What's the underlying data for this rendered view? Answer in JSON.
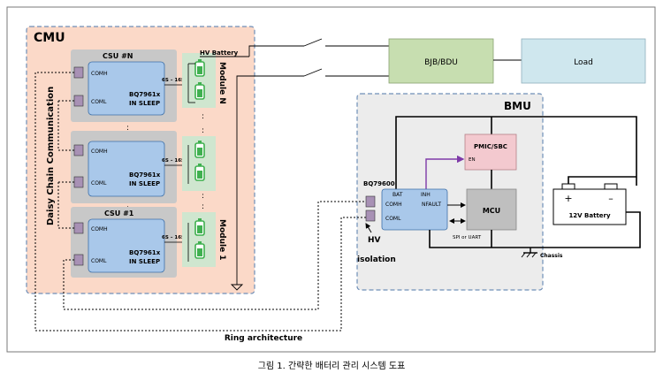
{
  "cmu": {
    "title": "CMU",
    "daisy_chain_label": "Daisy Chain Communication",
    "csu_top": {
      "title": "CSU #N",
      "comh": "COMH",
      "coml": "COML",
      "chip": "BQ7961x",
      "state": "IN SLEEP",
      "cells": "6S – 16S",
      "module": "Module N"
    },
    "csu_mid": {
      "comh": "COMH",
      "coml": "COML",
      "chip": "BQ7961x",
      "state": "IN SLEEP",
      "cells": "6S – 16S"
    },
    "csu_bottom": {
      "title": "CSU #1",
      "comh": "COMH",
      "coml": "COML",
      "chip": "BQ7961x",
      "state": "IN SLEEP",
      "cells": "6S – 16S",
      "module": "Module 1"
    },
    "ellipsis": ":"
  },
  "hv_battery_label": "HV Battery",
  "bjb_label": "BJB/BDU",
  "load_label": "Load",
  "bmu": {
    "title": "BMU",
    "bq_label": "BQ79600",
    "pins": {
      "bat": "BAT",
      "inh": "INH",
      "comh": "COMH",
      "nfault": "NFAULT",
      "coml": "COML"
    },
    "pmic_label": "PMIC/SBC",
    "en_label": "EN",
    "mcu_label": "MCU",
    "spi_label": "SPI or UART",
    "battery_label": "12V Battery",
    "plus": "+",
    "minus": "–",
    "chassis_label": "Chassis"
  },
  "hv_isolation": {
    "line1": "HV",
    "line2": "isolation"
  },
  "ring_label": "Ring architecture",
  "caption": "그림 1. 간략한 배터리 관리 시스템 도표",
  "colors": {
    "cmu_fill": "#fbd9c8",
    "csu_fill": "#c8c8c8",
    "chip_fill": "#a9c8ea",
    "bjb_fill": "#c7deb0",
    "load_fill": "#cfe7ee",
    "bmu_fill": "#ececec",
    "pmic_fill": "#f3c9cf",
    "mcu_fill": "#bfbfbf",
    "module_fill": "#cfe6cf",
    "cell_green": "#3fb04f",
    "connector_fill": "#a891b5",
    "en_line": "#7e3aa8",
    "dash_border": "#6f8fb8"
  }
}
